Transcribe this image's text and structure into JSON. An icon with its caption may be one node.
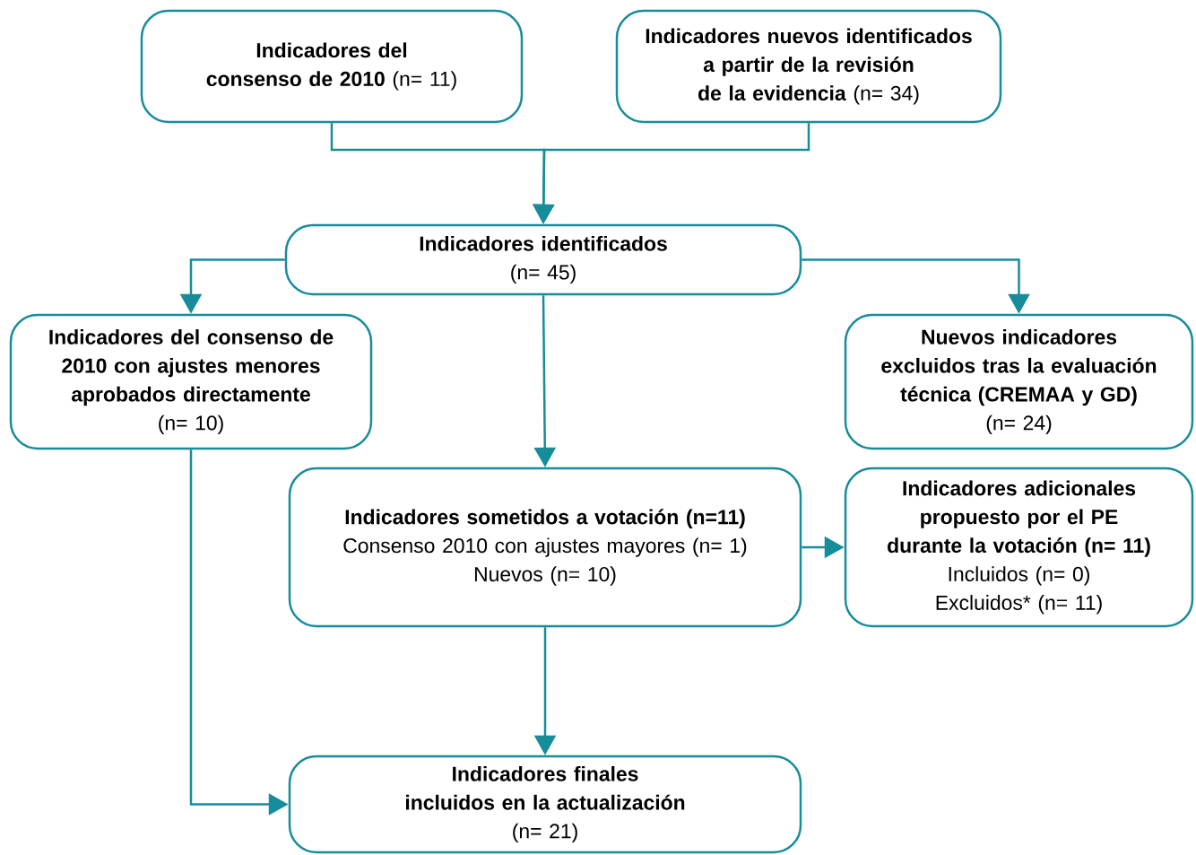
{
  "diagram": {
    "nodes": [
      {
        "text": [
          "**Indicadores del consenso de 2010** (n= 11)"
        ]
      },
      {
        "text": [
          "**Indicadores nuevos identificados a partir de la revisión de la evidencia** (n= 34)"
        ]
      },
      {
        "text": [
          "Indicadores identificados",
          "(n= 45)"
        ]
      },
      {
        "text": [
          "Indicadores del consenso de 2010 con ajustes menores aprobados directamente",
          "(n= 10)"
        ]
      },
      {
        "text": [
          "Nuevos indicadores excluidos tras la evaluación técnica (CREMAA y GD)",
          "(n= 24)"
        ]
      },
      {
        "text": [
          "Indicadores sometidos a votación (n=11)",
          "Consenso 2010 con ajustes mayores (n= 1)",
          "Nuevos (n= 10)"
        ]
      },
      {
        "text": [
          "Indicadores adicionales propuesto por el PE durante la votación (n= 11)",
          "Incluidos (n= 0)",
          "Excluidos* (n= 11)"
        ]
      },
      {
        "text": [
          "Indicadores finales incluidos en la actualización",
          "(n= 21)"
        ]
      }
    ],
    "edges": [
      {
        "from": 0,
        "to": 2,
        "arrow": "to"
      },
      {
        "from": 1,
        "to": 2,
        "arrow": "to"
      },
      {
        "from": 2,
        "to": 3,
        "arrow": "to"
      },
      {
        "from": 2,
        "to": 4,
        "arrow": "to"
      },
      {
        "from": 2,
        "to": 5,
        "arrow": "to"
      },
      {
        "from": 5,
        "to": 6,
        "arrow": "to"
      },
      {
        "from": 5,
        "to": 7,
        "arrow": "to"
      },
      {
        "from": 3,
        "to": 7,
        "arrow": "to"
      }
    ]
  }
}
